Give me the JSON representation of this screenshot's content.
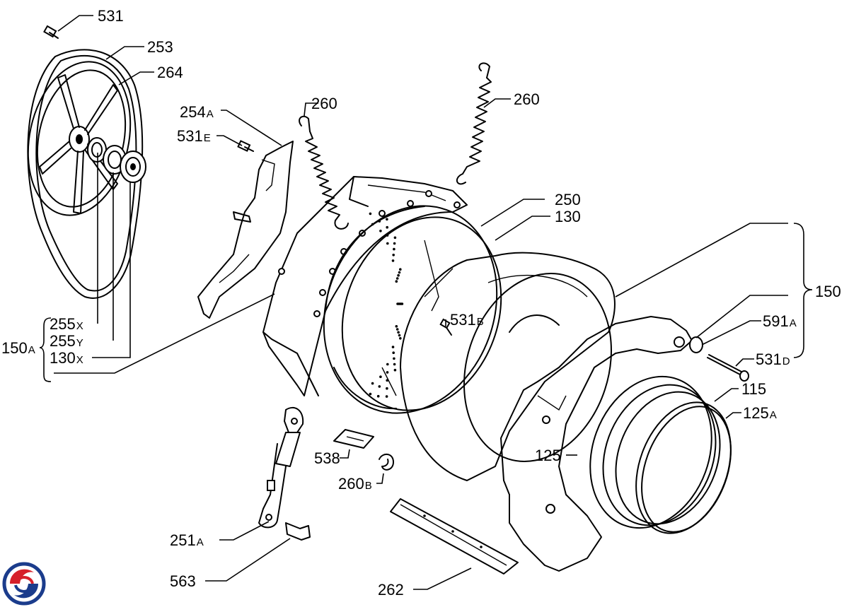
{
  "labels": {
    "l531": "531",
    "l253": "253",
    "l264": "264",
    "l254a": "254",
    "l254a_suffix": "A",
    "l531e": "531",
    "l531e_suffix": "E",
    "l260_left": "260",
    "l260_right": "260",
    "l250": "250",
    "l130": "130",
    "l150": "150",
    "l531b": "531",
    "l531b_suffix": "B",
    "l591a": "591",
    "l591a_suffix": "A",
    "l531d": "531",
    "l531d_suffix": "D",
    "l115": "115",
    "l125a": "125",
    "l125a_suffix": "A",
    "l125": "125",
    "l538": "538",
    "l260b": "260",
    "l260b_suffix": "B",
    "l255x": "255",
    "l255x_suffix": "X",
    "l255y": "255",
    "l255y_suffix": "Y",
    "l130x": "130",
    "l130x_suffix": "X",
    "l150a": "150",
    "l150a_suffix": "A",
    "l251a": "251",
    "l251a_suffix": "A",
    "l563": "563",
    "l262": "262"
  },
  "colors": {
    "line": "#000000",
    "background": "#ffffff",
    "logo_red": "#d6202a",
    "logo_blue": "#1b3c8c"
  },
  "logo": {
    "icon": "circular-swirl-logo"
  }
}
